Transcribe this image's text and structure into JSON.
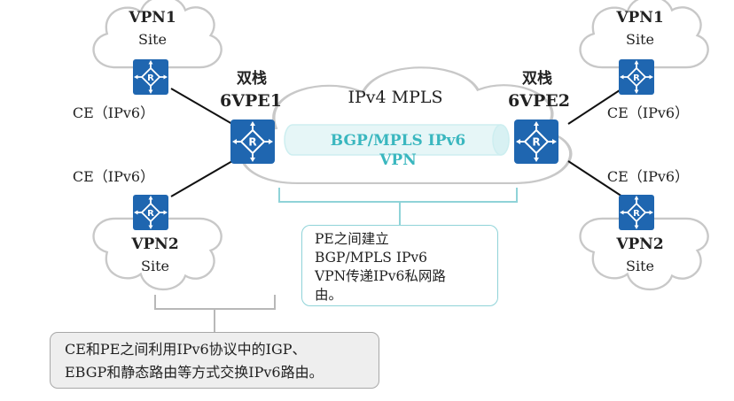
{
  "core": {
    "cloud_label": "IPv4 MPLS",
    "tunnel_line1": "BGP/MPLS IPv6",
    "tunnel_line2": "VPN"
  },
  "pe1": {
    "title_line1": "双栈",
    "title_line2": "6VPE1"
  },
  "pe2": {
    "title_line1": "双栈",
    "title_line2": "6VPE2"
  },
  "sites": {
    "left_vpn1": {
      "name": "VPN1",
      "site": "Site"
    },
    "left_vpn2": {
      "name": "VPN2",
      "site": "Site"
    },
    "right_vpn1": {
      "name": "VPN1",
      "site": "Site"
    },
    "right_vpn2": {
      "name": "VPN2",
      "site": "Site"
    }
  },
  "ce_labels": {
    "left_top": "CE（IPv6）",
    "left_bottom": "CE（IPv6）",
    "right_top": "CE（IPv6）",
    "right_bottom": "CE（IPv6）"
  },
  "callouts": {
    "pe_lines": [
      "PE之间建立",
      "BGP/MPLS IPv6",
      "VPN传递IPv6私网路",
      "由。"
    ],
    "ce_lines": [
      "CE和PE之间利用IPv6协议中的IGP、",
      "EBGP和静态路由等方式交换IPv6路由。"
    ]
  },
  "colors": {
    "router_fill": "#1f66b0",
    "cloud_stroke": "#c8c8c8",
    "tunnel_text": "#3ab7bf",
    "tunnel_fill": "#e6f6f7",
    "brace_stroke": "#8fd3d8"
  },
  "icons": [
    "router-icon"
  ]
}
